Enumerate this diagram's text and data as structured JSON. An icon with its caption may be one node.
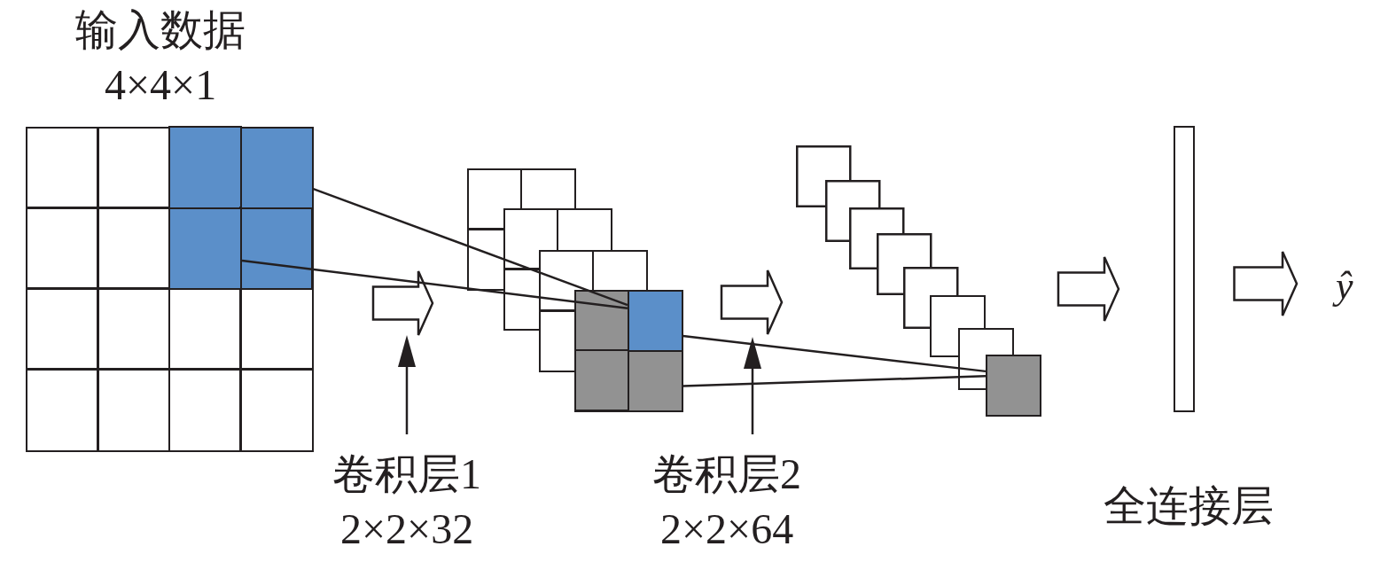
{
  "diagram": {
    "nodes": [
      {
        "text": [
          "输入数据",
          "4×4×1"
        ]
      },
      {
        "text": [],
        "shape": "box",
        "in": 0
      },
      {
        "text": [],
        "shape": "box",
        "in": 0
      },
      {
        "text": [],
        "shape": "box"
      },
      {
        "text": [],
        "shape": "box",
        "in": 3
      },
      {
        "text": [],
        "shape": "box",
        "in": 3
      },
      {
        "text": [],
        "shape": "box"
      },
      {
        "text": [],
        "shape": "box"
      },
      {
        "text": [
          "全连接层"
        ]
      },
      {
        "text": [
          "ŷ"
        ]
      },
      {
        "text": [
          "卷积层1",
          "2×2×32"
        ]
      },
      {
        "text": [
          "卷积层2",
          "2×2×64"
        ]
      }
    ],
    "edges": [
      {
        "from": 0,
        "to": 3,
        "arrow": "to",
        "style": "thick"
      },
      {
        "from": 3,
        "to": 6,
        "arrow": "to",
        "style": "thick"
      },
      {
        "from": 7,
        "to": 8,
        "arrow": "to",
        "style": "thick"
      },
      {
        "from": 8,
        "to": 9,
        "arrow": "to",
        "style": "thick"
      },
      {
        "from": 1,
        "to": 4,
        "arrow": "none"
      },
      {
        "from": 2,
        "to": 4,
        "arrow": "none"
      },
      {
        "from": 4,
        "to": 7,
        "arrow": "none"
      },
      {
        "from": 5,
        "to": 7,
        "arrow": "none"
      },
      {
        "from": 10,
        "to": null,
        "arrow": "to"
      },
      {
        "from": 11,
        "to": null,
        "arrow": "to"
      }
    ]
  }
}
